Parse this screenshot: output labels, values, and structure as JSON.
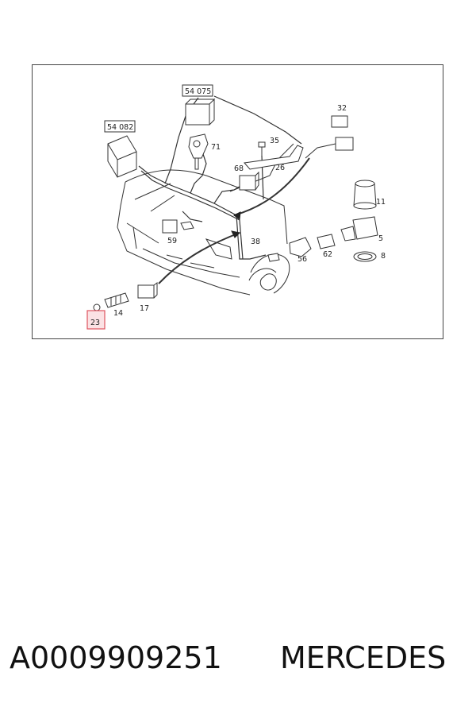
{
  "diagram": {
    "callouts": {
      "c54075": "54 075",
      "c54082": "54 082",
      "c71": "71",
      "c35": "35",
      "c32": "32",
      "c26": "26",
      "c68": "68",
      "c11": "11",
      "c59": "59",
      "c38": "38",
      "c5": "5",
      "c56": "56",
      "c62": "62",
      "c8": "8",
      "c14": "14",
      "c17": "17",
      "c23": "23"
    },
    "highlight_color": "#e05560"
  },
  "footer": {
    "part_number": "A0009909251",
    "brand": "MERCEDES"
  }
}
